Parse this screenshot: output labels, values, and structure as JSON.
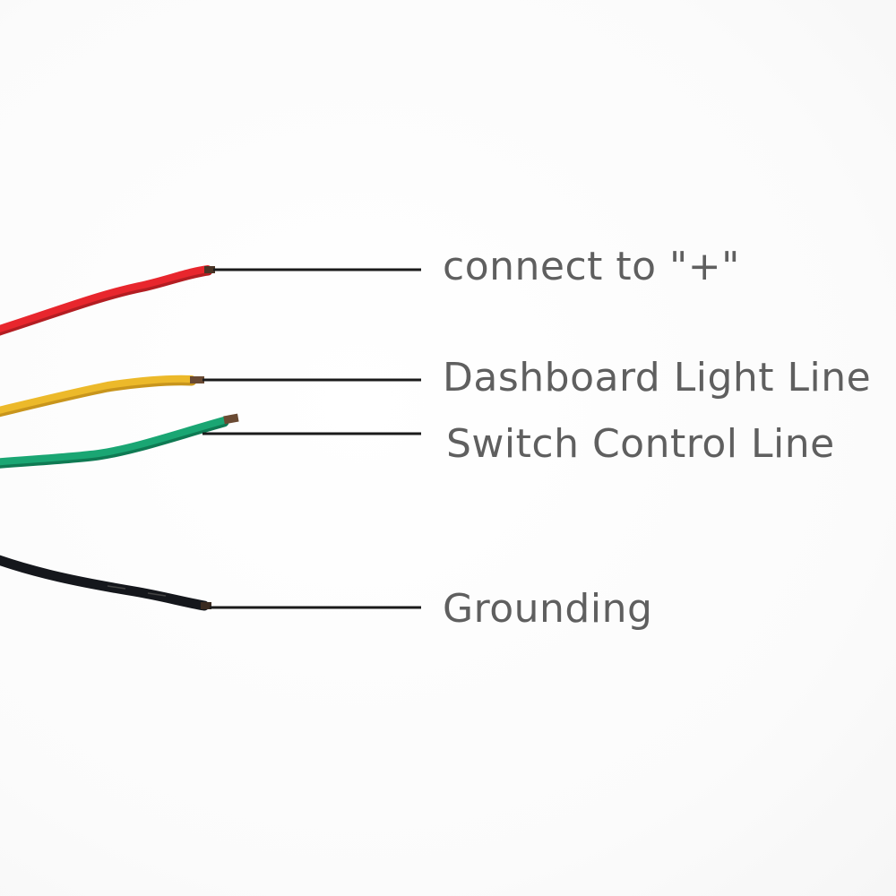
{
  "labels": {
    "positive": "connect to \"+\"",
    "dashboard": "Dashboard Light Line",
    "switch": "Switch Control Line",
    "ground": "Grounding"
  },
  "wires": [
    {
      "id": "red",
      "color": "#e8262d"
    },
    {
      "id": "yellow",
      "color": "#ecb92a"
    },
    {
      "id": "green",
      "color": "#1aa673"
    },
    {
      "id": "black",
      "color": "#15171c"
    }
  ],
  "colors": {
    "leader_line": "#1a1a1a",
    "text": "#5f5f5f",
    "copper_tip": "#8a5a3a"
  }
}
